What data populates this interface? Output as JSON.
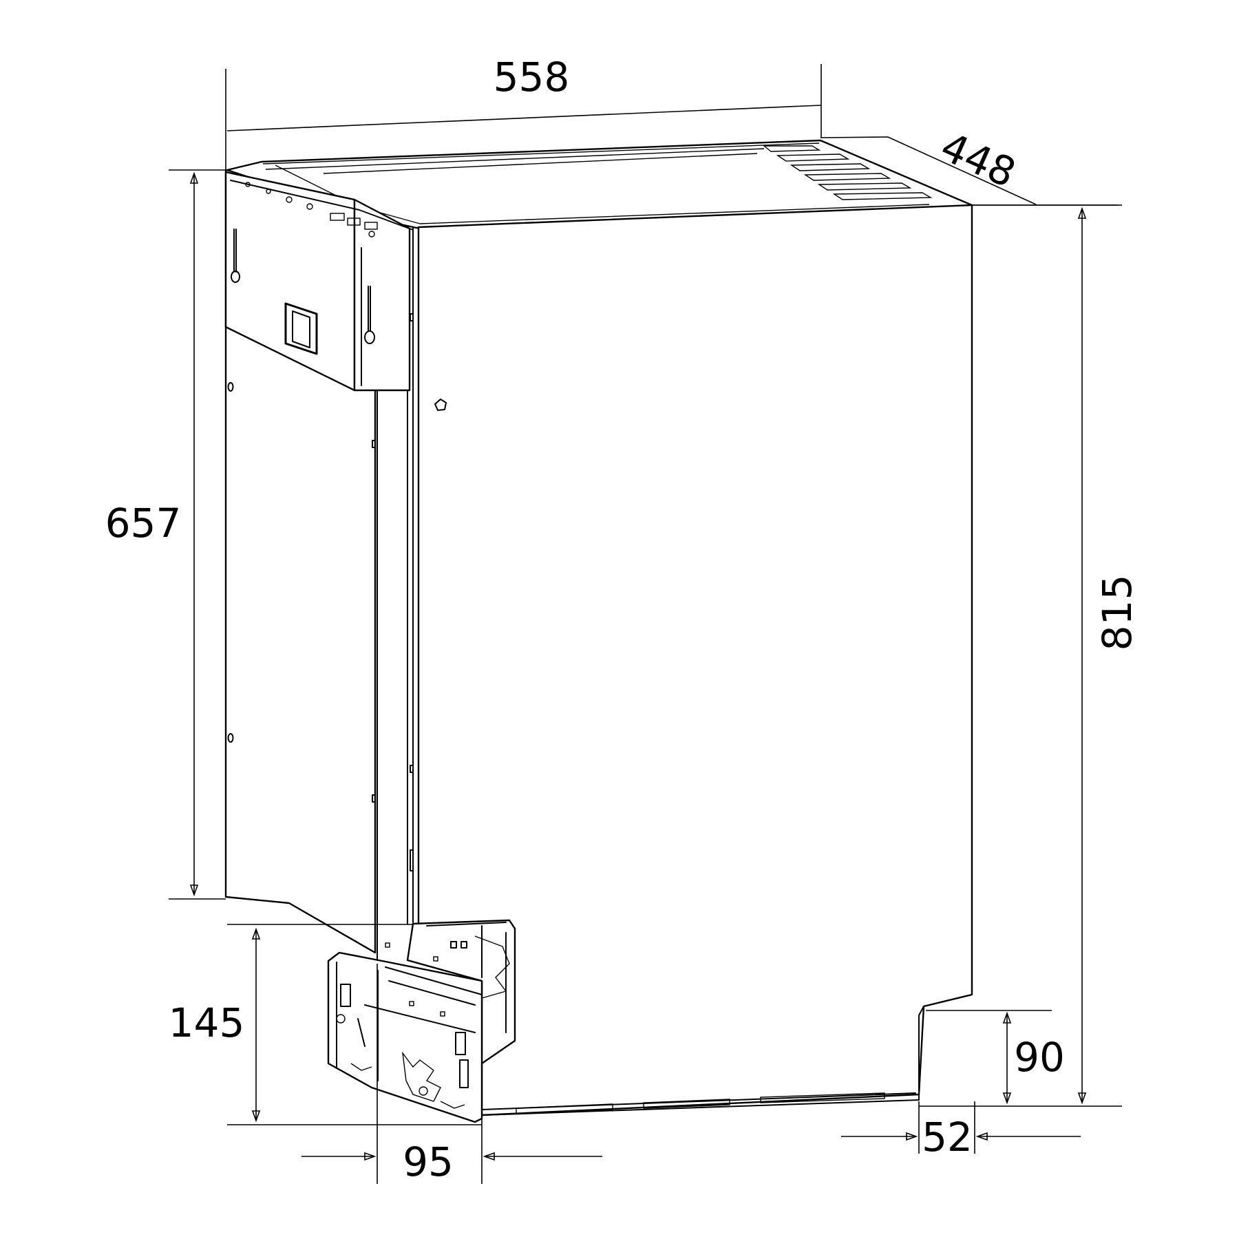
{
  "dimensions": {
    "width_top": "558",
    "depth": "448",
    "height_left": "657",
    "height_total": "815",
    "plinth_height": "145",
    "plinth_offset": "95",
    "foot_height": "90",
    "foot_depth": "52"
  },
  "colors": {
    "line": "#000000",
    "background": "#ffffff"
  }
}
